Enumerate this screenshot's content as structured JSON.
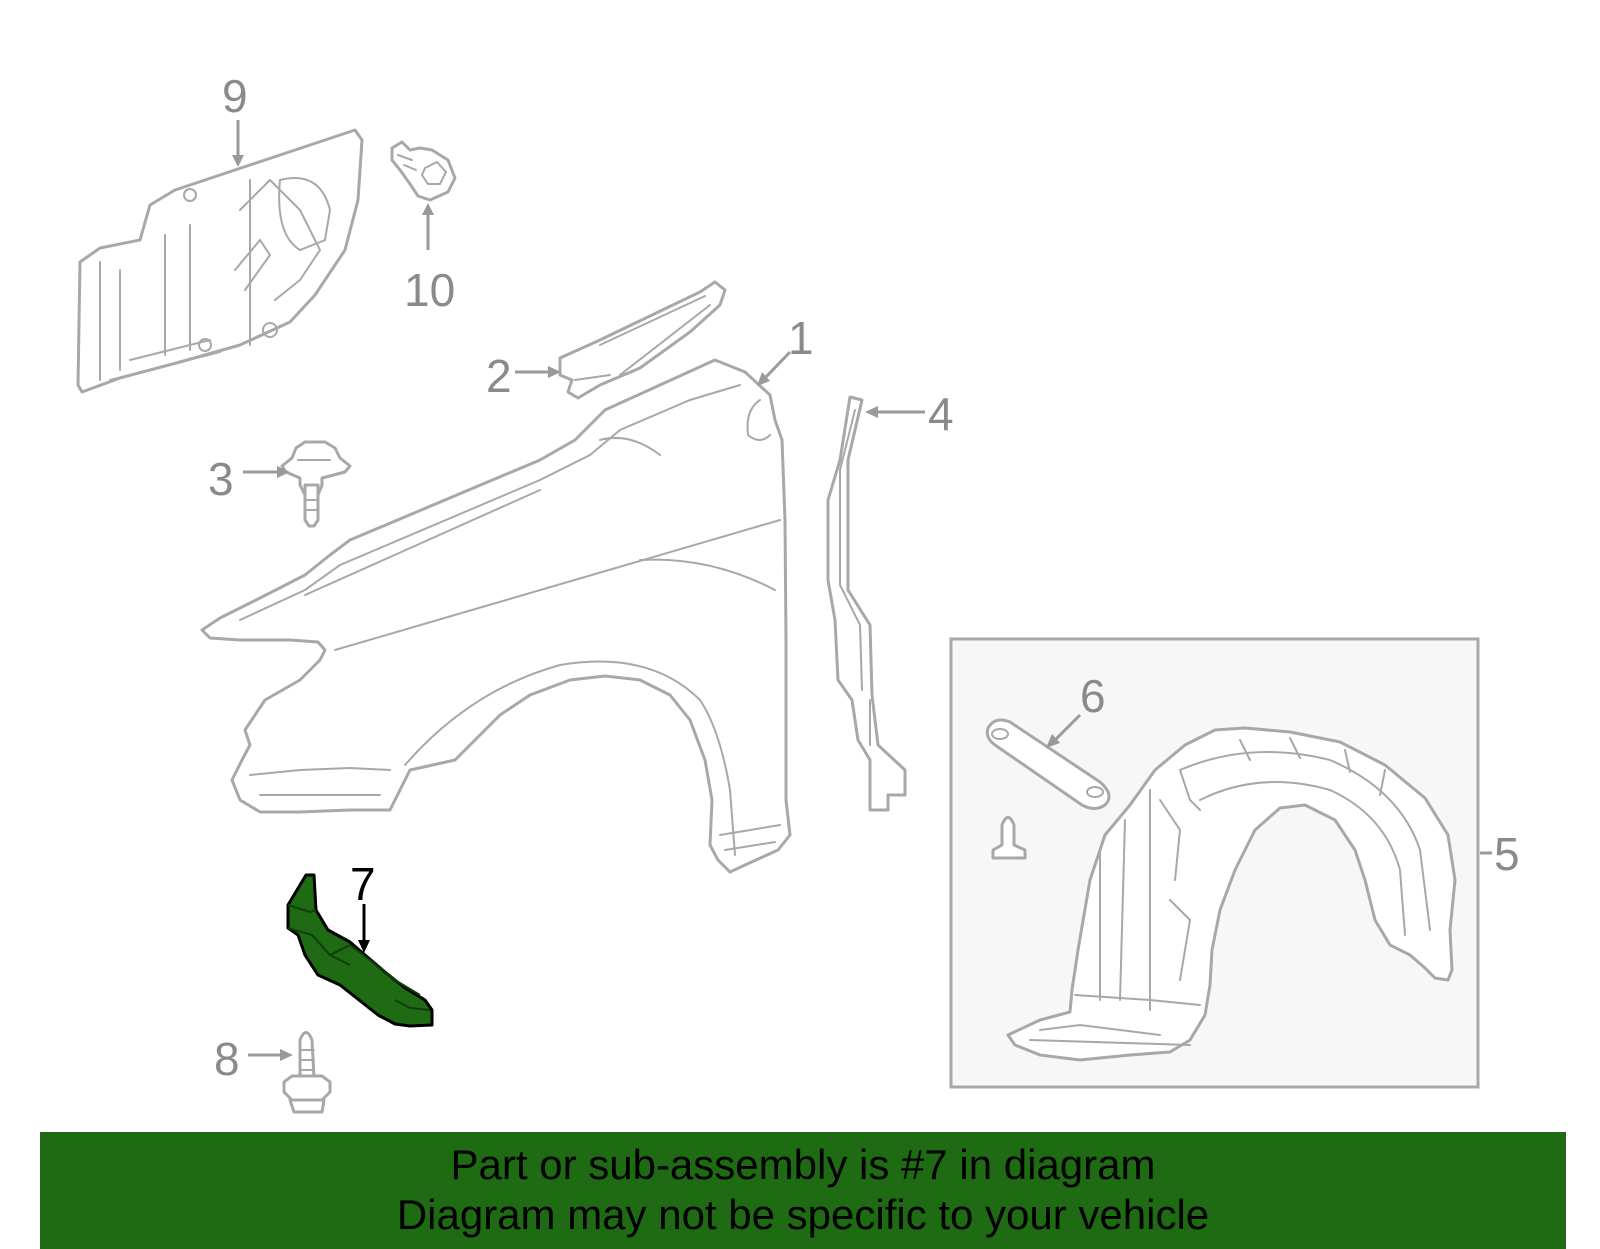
{
  "callouts": {
    "c1": "1",
    "c2": "2",
    "c3": "3",
    "c4": "4",
    "c5": "5",
    "c6": "6",
    "c7": "7",
    "c8": "8",
    "c9": "9",
    "c10": "10"
  },
  "highlighted_part": "7",
  "colors": {
    "highlight": "#1e6b14",
    "line_art": "#a8a8a8",
    "callout_text": "#8a8a8a",
    "kit_box_fill": "#f7f7f7"
  },
  "banner": {
    "line1": "Part or sub-assembly is #7 in diagram",
    "line2": "Diagram may not be specific to your vehicle"
  }
}
